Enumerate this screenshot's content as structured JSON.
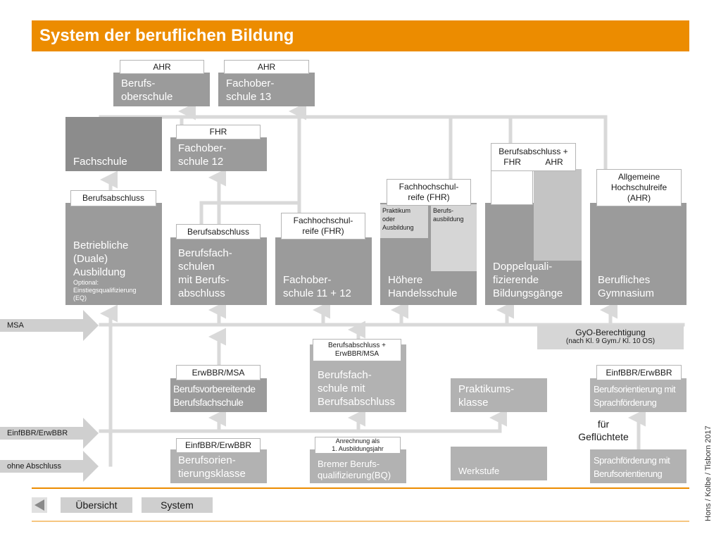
{
  "title": "System der beruflichen Bildung",
  "colors": {
    "accent": "#ec8c00",
    "box": "#9b9b9b",
    "connector": "#d9d9d9"
  },
  "side_labels": {
    "msa": "MSA",
    "einfbbr": "EinfBBR/ErwBBR",
    "ohne": "ohne Abschluss"
  },
  "boxes": {
    "berufsoberschule": "Berufs-\noberschule",
    "fachoberschule13": "Fachober-\nschule 13",
    "fachschule": "Fachschule",
    "fachoberschule12": "Fachober-\nschule 12",
    "duale_ausbildung": "Betriebliche\n(Duale)\nAusbildung",
    "duale_optional": "Optional:\nEinstiegsqualifizierung\n(EQ)",
    "berufsfachschulen": "Berufsfach-\nschulen\nmit Berufs-\nabschluss",
    "fachoberschule1112": "Fachober-\nschule 11 + 12",
    "handelsschule": "Höhere\nHandelsschule",
    "hs_praktikum": "Praktikum\noder\nAusbildung",
    "hs_berufsausbildung": "Berufs-\nausbildung",
    "doppelquali": "Doppelquali-\nfizierende\nBildungsgänge",
    "gymnasium": "Berufliches\nGymnasium",
    "berufsvorbereitende": "Berufsvorbereitende\nBerufsfachschule",
    "berufsfachschule_mit": "Berufsfach-\nschule mit\nBerufsabschluss",
    "praktikumsklasse": "Praktikums-\nklasse",
    "berufsorientierung_sprach": "Berufsorientierung mit\nSprachförderung",
    "berufsorientierungsklasse": "Berufsorien-\ntierungsklasse",
    "bremer_bq": "Bremer Berufs-\nqualifizierung(BQ)",
    "werkstufe": "Werkstufe",
    "sprachfoerderung": "Sprachförderung mit\nBerufsorientierung"
  },
  "labels": {
    "ahr_1": "AHR",
    "ahr_2": "AHR",
    "fhr": "FHR",
    "berufsabschluss_1": "Berufsabschluss",
    "berufsabschluss_2": "Berufsabschluss",
    "fhr_reife_1": "Fachhochschul-\nreife (FHR)",
    "fhr_reife_2": "Fachhochschul-\nreife (FHR)",
    "doppel_top": "Berufsabschluss +",
    "doppel_fhr": "FHR",
    "doppel_ahr": "AHR",
    "allgemeine": "Allgemeine\nHochschulreife\n(AHR)",
    "gyo": "GyO-Berechtigung",
    "gyo_sub": "(nach Kl. 9 Gym./  Kl. 10 OS)",
    "ba_erw": "Berufsabschluss +\nErwBBR/MSA",
    "erwbbr_msa": "ErwBBR/MSA",
    "einf_erw_1": "EinfBBR/ErwBBR",
    "einf_erw_2": "EinfBBR/ErwBBR",
    "anrechnung": "Anrechnung als\n1. Ausbildungsjahr",
    "gefluechtete": "für\nGeflüchtete"
  },
  "footer": {
    "uebersicht": "Übersicht",
    "system": "System",
    "credit": "Hons / Kolbe / Tisborn 2017"
  }
}
